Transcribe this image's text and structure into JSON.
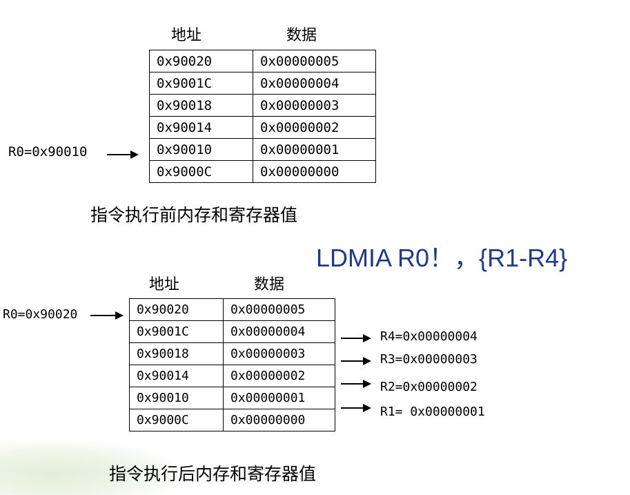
{
  "top": {
    "addr_header": "地址",
    "data_header": "数据",
    "pointer_label": "R0=0x90010",
    "rows": [
      {
        "addr": "0x90020",
        "data": "0x00000005"
      },
      {
        "addr": "0x9001C",
        "data": "0x00000004"
      },
      {
        "addr": "0x90018",
        "data": "0x00000003"
      },
      {
        "addr": "0x90014",
        "data": "0x00000002"
      },
      {
        "addr": "0x90010",
        "data": "0x00000001"
      },
      {
        "addr": "0x9000C",
        "data": "0x00000000"
      }
    ],
    "caption": "指令执行前内存和寄存器值"
  },
  "instruction": "LDMIA R0！，{R1-R4}",
  "bottom": {
    "addr_header": "地址",
    "data_header": "数据",
    "pointer_label": "R0=0x90020",
    "rows": [
      {
        "addr": "0x90020",
        "data": "0x00000005"
      },
      {
        "addr": "0x9001C",
        "data": "0x00000004"
      },
      {
        "addr": "0x90018",
        "data": "0x00000003"
      },
      {
        "addr": "0x90014",
        "data": "0x00000002"
      },
      {
        "addr": "0x90010",
        "data": "0x00000001"
      },
      {
        "addr": "0x9000C",
        "data": "0x00000000"
      }
    ],
    "registers": [
      "R4=0x00000004",
      "R3=0x00000003",
      "R2=0x00000002",
      "R1= 0x00000001"
    ],
    "caption": "指令执行后内存和寄存器值"
  }
}
